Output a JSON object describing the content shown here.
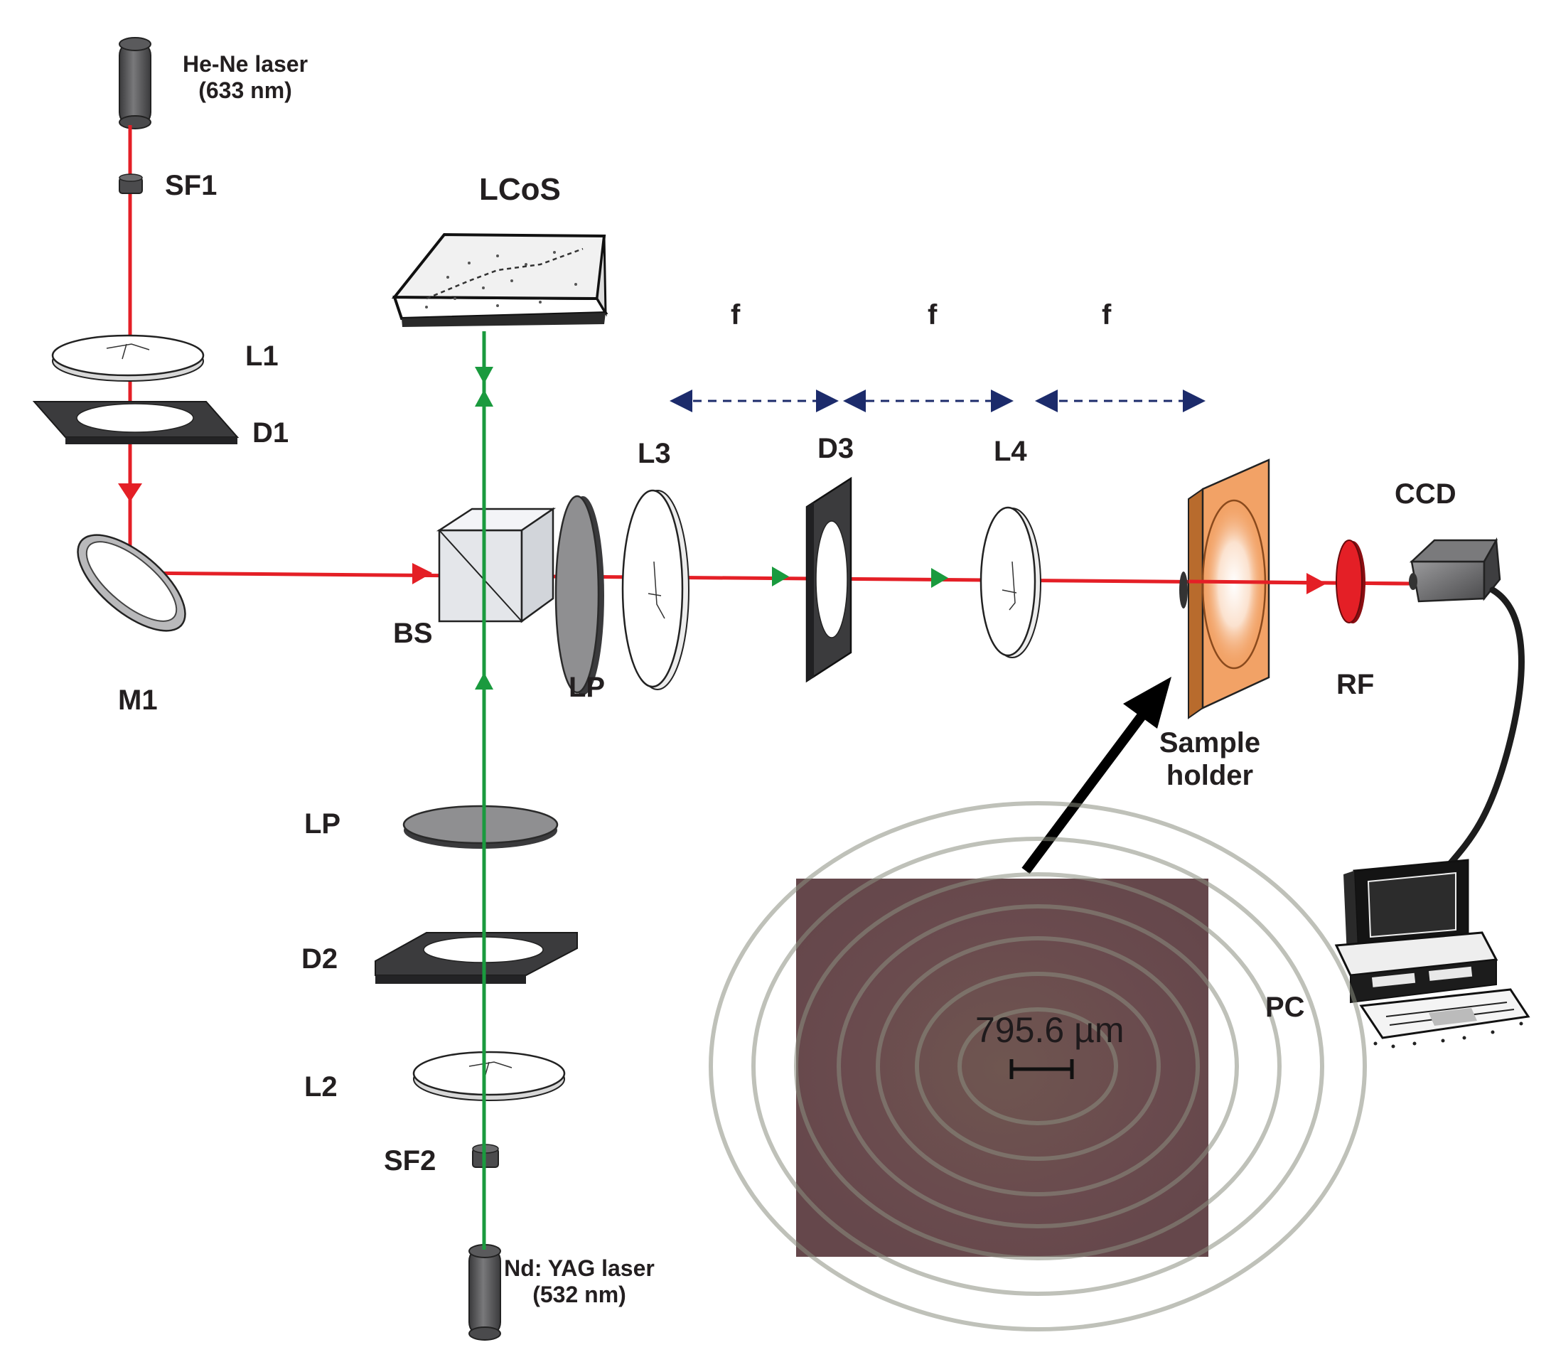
{
  "labels": {
    "hene_laser_line1": "He-Ne laser",
    "hene_laser_line2": "(633 nm)",
    "sf1": "SF1",
    "l1": "L1",
    "d1": "D1",
    "m1": "M1",
    "lcos": "LCoS",
    "bs": "BS",
    "lp_top": "LP",
    "l3": "L3",
    "d3": "D3",
    "l4": "L4",
    "f1": "f",
    "f2": "f",
    "f3": "f",
    "ccd": "CCD",
    "rf": "RF",
    "sample_line1": "Sample",
    "sample_line2": "holder",
    "pc": "PC",
    "lp_bottom": "LP",
    "d2": "D2",
    "l2": "L2",
    "sf2": "SF2",
    "ndyag_line1": "Nd: YAG laser",
    "ndyag_line2": "(532 nm)"
  },
  "inset": {
    "scale_bar_text": "795.6 µm"
  },
  "colors": {
    "red_beam": "#e41f26",
    "green_beam": "#1a9a3e",
    "dark_arrow": "#1c2b6b",
    "sample_orange": "#f2a266",
    "inset_bg": "#6b4d4f",
    "component_dark": "#3d3d3f",
    "component_gray": "#8a8a8c"
  }
}
